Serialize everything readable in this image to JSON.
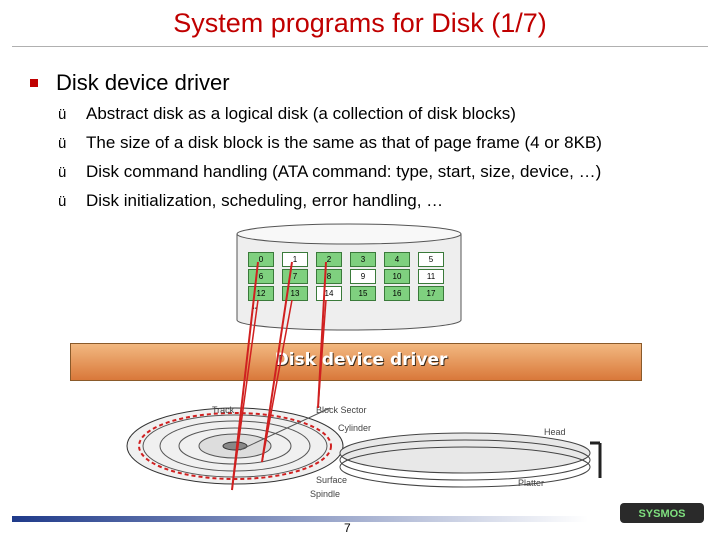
{
  "title": "System programs for Disk (1/7)",
  "bullet": "Disk device driver",
  "subbullets": [
    "Abstract disk as a logical disk (a collection of disk blocks)",
    "The size of a disk block is the same as that of page frame (4 or 8KB)",
    "Disk command handling (ATA command: type, start, size, device, …)",
    "Disk initialization, scheduling, error handling, …"
  ],
  "check_glyph": "ü",
  "blocks": [
    [
      "0",
      "1",
      "2",
      "3",
      "4",
      "5"
    ],
    [
      "6",
      "7",
      "8",
      "9",
      "10",
      "11"
    ],
    [
      "12",
      "13",
      "14",
      "15",
      "16",
      "17"
    ]
  ],
  "blocks_more": "..",
  "driver_label": "Disk device driver",
  "diagram_labels": {
    "track": "Track",
    "block_sector": "Block Sector",
    "cylinder": "Cylinder",
    "head": "Head",
    "surface": "Surface",
    "spindle": "Spindle",
    "platter": "Platter"
  },
  "logo_text": "SYSMOS",
  "page_number": "7",
  "colors": {
    "title": "#c00000",
    "bullet": "#c00000",
    "block_fill": "#7fd07f",
    "driver_bar": "#e89a5a",
    "mapping_lines": "#d02020",
    "footer": "#1f3a8a"
  }
}
